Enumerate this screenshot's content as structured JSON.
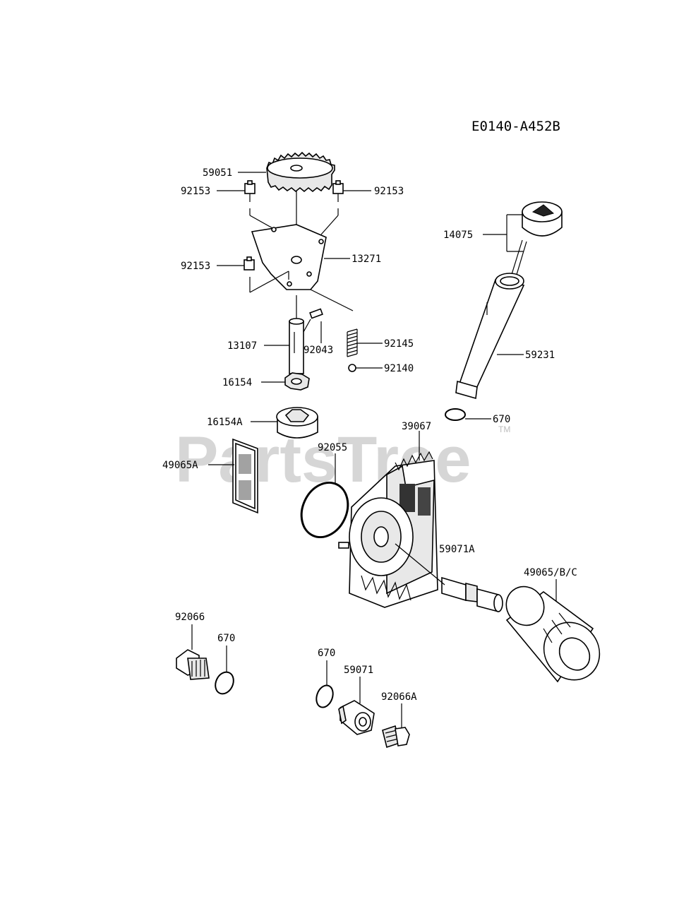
{
  "diagram": {
    "code": "E0140-A452B",
    "watermark": "PartsTree",
    "watermark_tm": "TM",
    "labels": {
      "p59051": "59051",
      "p92153_a": "92153",
      "p92153_b": "92153",
      "p92153_c": "92153",
      "p13271": "13271",
      "p13107": "13107",
      "p92043": "92043",
      "p92145": "92145",
      "p92140": "92140",
      "p16154": "16154",
      "p16154A": "16154A",
      "p49065A": "49065A",
      "p92055": "92055",
      "p39067": "39067",
      "p14075": "14075",
      "p59231": "59231",
      "p670_a": "670",
      "p59071A": "59071A",
      "p49065BC": "49065/B/C",
      "p92066": "92066",
      "p670_b": "670",
      "p670_c": "670",
      "p59071": "59071",
      "p92066A": "92066A"
    }
  }
}
